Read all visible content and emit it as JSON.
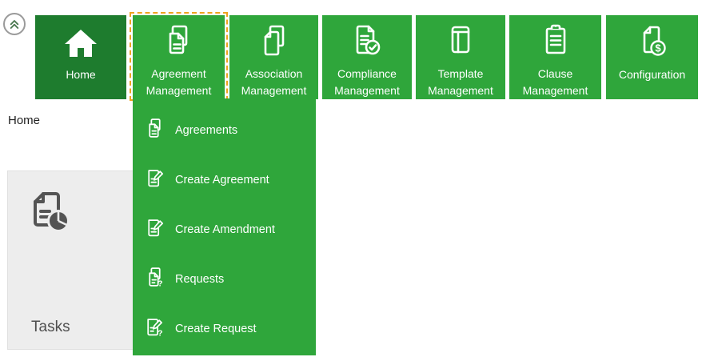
{
  "colors": {
    "home_tile_green": "#1E7C2E",
    "tile_green": "#2FA63B",
    "focus_border_orange": "#EEA41F",
    "panel_bg": "#EDEDED",
    "panel_icon_gray": "#545454",
    "text_dark": "#1f1f1f"
  },
  "header": {
    "collapse_button_icon": "double-chevron-up-circle-icon"
  },
  "nav": {
    "tiles": [
      {
        "label": "Home",
        "icon": "home-icon",
        "selected": false
      },
      {
        "label": "Agreement Management",
        "icon": "agreement-docs-icon",
        "selected": true
      },
      {
        "label": "Association Management",
        "icon": "association-docs-icon",
        "selected": false
      },
      {
        "label": "Compliance Management",
        "icon": "compliance-check-doc-icon",
        "selected": false
      },
      {
        "label": "Template Management",
        "icon": "template-grid-icon",
        "selected": false
      },
      {
        "label": "Clause Management",
        "icon": "clause-clipboard-icon",
        "selected": false
      },
      {
        "label": "Configuration",
        "icon": "configuration-currency-doc-icon",
        "selected": false
      }
    ]
  },
  "dropdown": {
    "items": [
      {
        "label": "Agreements",
        "icon": "agreements-docs-icon"
      },
      {
        "label": "Create Agreement",
        "icon": "create-agreement-pencil-icon"
      },
      {
        "label": "Create Amendment",
        "icon": "create-amendment-pencil-icon"
      },
      {
        "label": "Requests",
        "icon": "requests-docs-question-icon"
      },
      {
        "label": "Create Request",
        "icon": "create-request-pencil-question-icon"
      }
    ]
  },
  "breadcrumb": {
    "label": "Home"
  },
  "tasks_panel": {
    "label": "Tasks",
    "icon": "tasks-report-pie-icon"
  }
}
